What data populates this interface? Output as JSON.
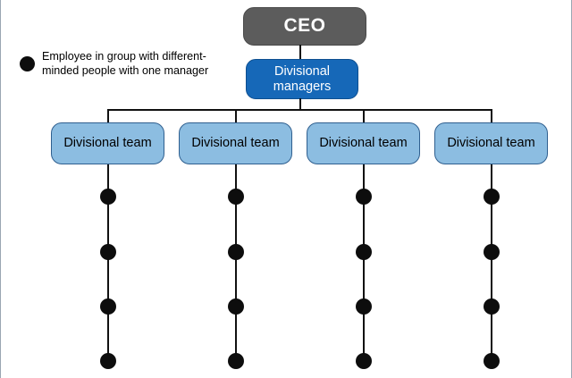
{
  "diagram": {
    "title_ceo": "CEO",
    "managers": "Divisional managers",
    "teams": [
      {
        "label": "Divisional team"
      },
      {
        "label": "Divisional team"
      },
      {
        "label": "Divisional team"
      },
      {
        "label": "Divisional team"
      }
    ]
  },
  "legend": {
    "bullet_icon": "filled-circle-icon",
    "text": "Employee in group with different-minded people with one manager"
  },
  "colors": {
    "ceo_fill": "#5c5c5c",
    "ceo_text": "#ffffff",
    "managers_fill": "#1668b8",
    "managers_text": "#ffffff",
    "team_fill": "#8cbde1",
    "team_border": "#2f5f8f",
    "team_text": "#000000",
    "dot": "#0d0d0d",
    "connector": "#111111",
    "background": "#ffffff"
  },
  "chart_data": {
    "type": "diagram",
    "structure": "divisional organizational chart",
    "levels": [
      {
        "level": 1,
        "nodes": [
          "CEO"
        ]
      },
      {
        "level": 2,
        "nodes": [
          "Divisional managers"
        ]
      },
      {
        "level": 3,
        "nodes": [
          "Divisional team",
          "Divisional team",
          "Divisional team",
          "Divisional team"
        ]
      },
      {
        "level": 4,
        "nodes": "employee dots",
        "dots_per_team": 4,
        "total_dots": 16
      }
    ],
    "legend_entries": [
      "Employee in group with different-minded people with one manager"
    ]
  }
}
